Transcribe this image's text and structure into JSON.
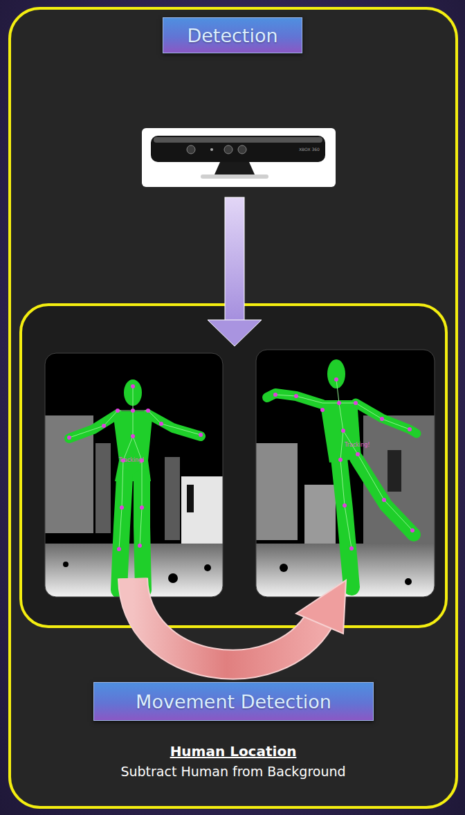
{
  "diagram": {
    "nodes": [
      {
        "text": [
          "Human Location",
          "Subtract Human from Background"
        ]
      },
      {
        "text": [
          "Detection"
        ],
        "in": 0
      },
      {
        "text": [
          "Movement Detection"
        ],
        "in": 0
      }
    ],
    "labels": [
      "XBOX 360",
      "Tracking!",
      "Tracking!"
    ]
  }
}
